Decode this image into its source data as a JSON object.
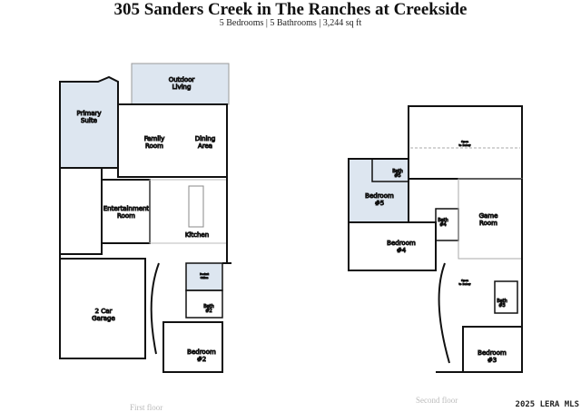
{
  "header": {
    "title": "305 Sanders Creek in The Ranches at Creekside",
    "subtitle": "5 Bedrooms | 5 Bathrooms | 3,244 sq ft"
  },
  "first_floor": {
    "label": "First floor",
    "rooms": {
      "outdoor": [
        "Outdoor",
        "Living"
      ],
      "primary": [
        "Primary",
        "Suite"
      ],
      "family": [
        "Family",
        "Room"
      ],
      "dining": [
        "Dining",
        "Area"
      ],
      "entertainment": [
        "Entertainment",
        "Room"
      ],
      "kitchen": "Kitchen",
      "garage": [
        "2 Car",
        "Garage"
      ],
      "pocket": [
        "Pocket",
        "Office"
      ],
      "bath2": [
        "Bath",
        "#2"
      ],
      "bedroom2": [
        "Bedroom",
        "#2"
      ]
    }
  },
  "second_floor": {
    "label": "Second floor",
    "rooms": {
      "open1": [
        "Open",
        "to Below"
      ],
      "bedroom5": [
        "Bedroom",
        "#5"
      ],
      "bath5": [
        "Bath",
        "#5"
      ],
      "bedroom4": [
        "Bedroom",
        "#4"
      ],
      "bath4": [
        "Bath",
        "#4"
      ],
      "game": [
        "Game",
        "Room"
      ],
      "open2": [
        "Open",
        "to Below"
      ],
      "bath3": [
        "Bath",
        "#3"
      ],
      "bedroom3": [
        "Bedroom",
        "#3"
      ]
    }
  },
  "watermark": "2025 LERA MLS",
  "colors": {
    "wall": "#111111",
    "highlight": "#dde6f0"
  }
}
